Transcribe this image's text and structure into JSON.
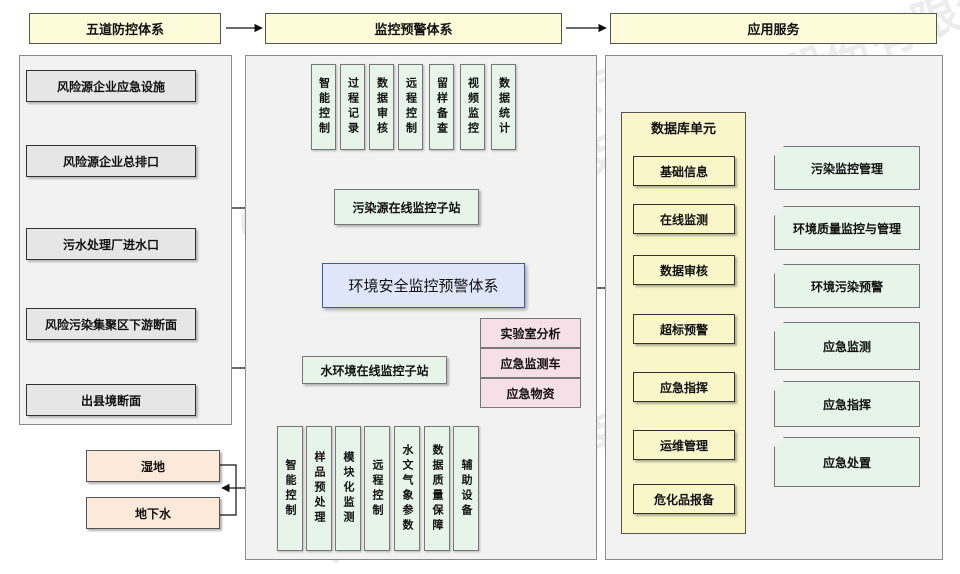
{
  "headers": {
    "left": "五道防控体系",
    "middle": "监控预警体系",
    "right": "应用服务"
  },
  "left_chain": [
    "风险源企业应急设施",
    "风险源企业总排口",
    "污水处理厂进水口",
    "风险污染集聚区下游断面",
    "出县境断面"
  ],
  "top_modules": [
    "智能控制",
    "过程记录",
    "数据审核",
    "远程控制",
    "留样备查",
    "视频监控",
    "数据统计"
  ],
  "pollution_station": "污染源在线监控子站",
  "core_system": "环境安全监控预警体系",
  "water_station": "水环境在线监控子站",
  "bottom_modules": [
    "智能控制",
    "样品预处理",
    "模块化监测",
    "远程控制",
    "水文气象参数",
    "数据质量保障",
    "辅助设备"
  ],
  "resources": [
    "实验室分析",
    "应急监测车",
    "应急物资"
  ],
  "wetland": [
    "湿地",
    "地下水"
  ],
  "database": {
    "title": "数据库单元",
    "items": [
      "基础信息",
      "在线监测",
      "数据审核",
      "超标预警",
      "应急指挥",
      "运维管理",
      "危化品报备"
    ]
  },
  "services": [
    "污染监控管理",
    "环境质量监控与管理",
    "环境污染预警",
    "应急监测",
    "应急指挥",
    "应急处置"
  ],
  "watermarks": [
    "力合科技（湖南）股份有限公司",
    "力合科技（湖南）股份有限公司",
    "力合科技（湖南）股份有限公司"
  ]
}
